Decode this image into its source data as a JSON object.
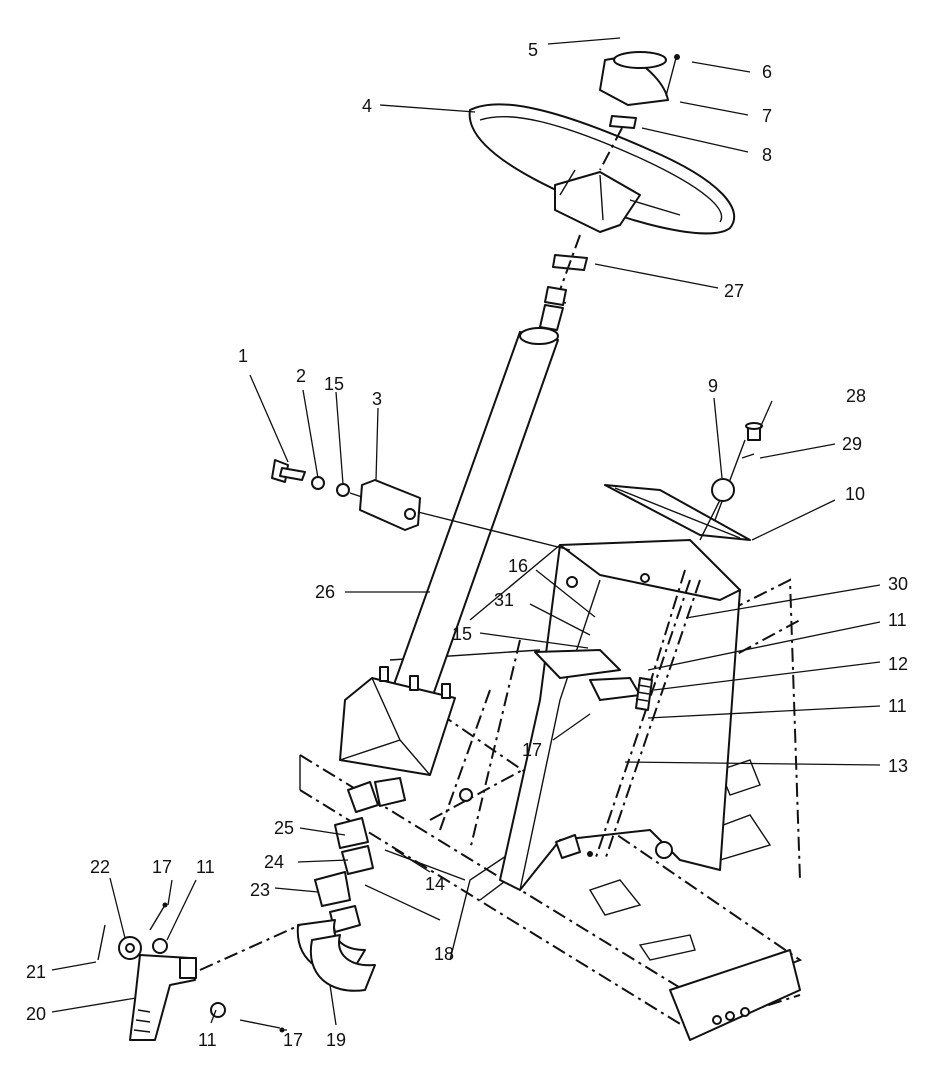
{
  "diagram": {
    "callouts": [
      {
        "id": "c5",
        "label": "5"
      },
      {
        "id": "c6",
        "label": "6"
      },
      {
        "id": "c7",
        "label": "7"
      },
      {
        "id": "c4",
        "label": "4"
      },
      {
        "id": "c8",
        "label": "8"
      },
      {
        "id": "c27",
        "label": "27"
      },
      {
        "id": "c1",
        "label": "1"
      },
      {
        "id": "c2",
        "label": "2"
      },
      {
        "id": "c15a",
        "label": "15"
      },
      {
        "id": "c3",
        "label": "3"
      },
      {
        "id": "c9",
        "label": "9"
      },
      {
        "id": "c28",
        "label": "28"
      },
      {
        "id": "c29",
        "label": "29"
      },
      {
        "id": "c10",
        "label": "10"
      },
      {
        "id": "c30",
        "label": "30"
      },
      {
        "id": "c16",
        "label": "16"
      },
      {
        "id": "c26",
        "label": "26"
      },
      {
        "id": "c31",
        "label": "31"
      },
      {
        "id": "c11a",
        "label": "11"
      },
      {
        "id": "c15b",
        "label": "15"
      },
      {
        "id": "c12",
        "label": "12"
      },
      {
        "id": "c11b",
        "label": "11"
      },
      {
        "id": "c17a",
        "label": "17"
      },
      {
        "id": "c13",
        "label": "13"
      },
      {
        "id": "c25",
        "label": "25"
      },
      {
        "id": "c24",
        "label": "24"
      },
      {
        "id": "c14",
        "label": "14"
      },
      {
        "id": "c22",
        "label": "22"
      },
      {
        "id": "c17b",
        "label": "17"
      },
      {
        "id": "c11c",
        "label": "11"
      },
      {
        "id": "c23",
        "label": "23"
      },
      {
        "id": "c18",
        "label": "18"
      },
      {
        "id": "c21",
        "label": "21"
      },
      {
        "id": "c20",
        "label": "20"
      },
      {
        "id": "c11d",
        "label": "11"
      },
      {
        "id": "c17c",
        "label": "17"
      },
      {
        "id": "c19",
        "label": "19"
      }
    ]
  }
}
